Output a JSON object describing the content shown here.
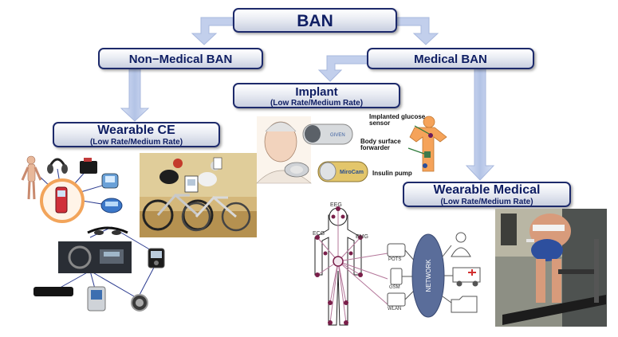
{
  "root": {
    "label": "BAN"
  },
  "non_medical": {
    "label": "Non−Medical BAN"
  },
  "medical": {
    "label": "Medical BAN"
  },
  "implant": {
    "title": "Implant",
    "rate": "(Low Rate/Medium Rate)"
  },
  "wearable_ce": {
    "title": "Wearable CE",
    "rate": "(Low Rate/Medium Rate)"
  },
  "wearable_medical": {
    "title": "Wearable Medical",
    "rate": "(Low Rate/Medium Rate)"
  },
  "implant_labels": {
    "glucose": "Implanted glucose sensor",
    "forwarder": "Body surface forwarder",
    "pump": "Insulin pump",
    "capsule1": "GIVEN",
    "capsule2": "MiroCam"
  },
  "medical_network": {
    "eeg": "EEG",
    "ecg": "ECG",
    "emg": "EMG",
    "pots": "POTS",
    "gsm": "GSM",
    "wlan": "WLAN",
    "network": "NETWORK"
  },
  "colors": {
    "box_border": "#1d2a6b",
    "box_text": "#0f1e63",
    "arrow": "#b9c7e6",
    "node_purple": "#7a1f4a",
    "ce_ring": "#f2a45a"
  }
}
